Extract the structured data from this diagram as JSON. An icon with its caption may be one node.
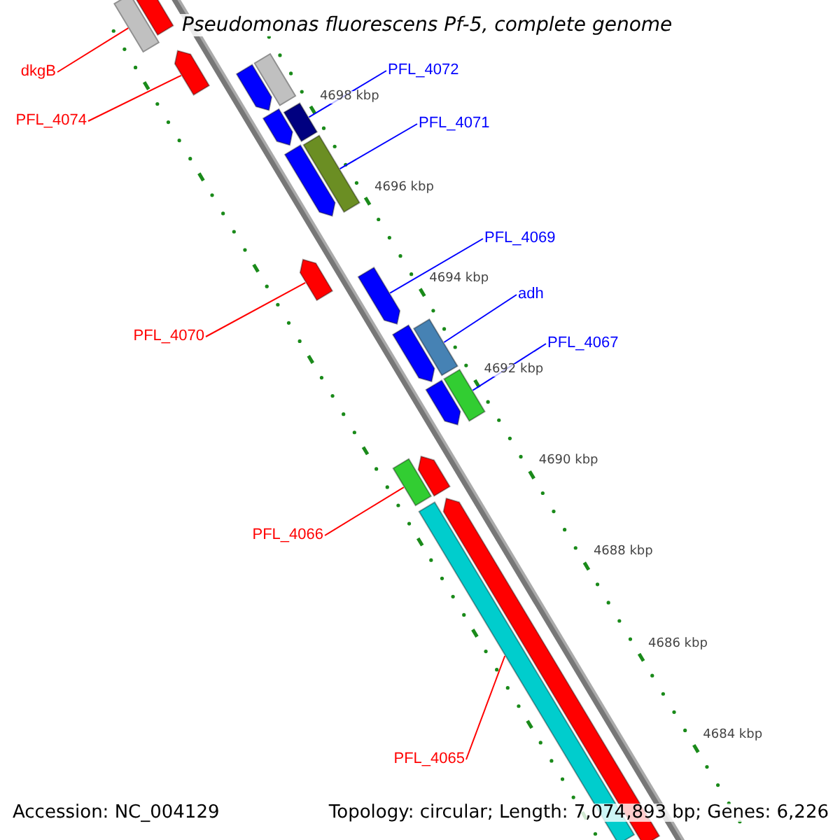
{
  "diagram": {
    "title": "Pseudomonas fluorescens Pf-5, complete genome",
    "nodes": [
      {
        "text": [
          "dkgB"
        ]
      },
      {
        "text": [
          "PFL_4072"
        ]
      },
      {
        "text": [
          "PFL_4074"
        ]
      },
      {
        "text": [
          "PFL_4071"
        ]
      },
      {
        "text": [
          "PFL_4069"
        ]
      },
      {
        "text": [
          "adh"
        ]
      },
      {
        "text": [
          "PFL_4070"
        ]
      },
      {
        "text": [
          "PFL_4067"
        ]
      },
      {
        "text": [
          "PFL_4066"
        ]
      },
      {
        "text": [
          "PFL_4065"
        ]
      },
      {
        "text": [],
        "shape": "bar"
      },
      {
        "text": [],
        "shape": "arrow"
      },
      {
        "text": [],
        "shape": "arrow"
      },
      {
        "text": [],
        "shape": "arrow"
      },
      {
        "text": [],
        "shape": "bar"
      },
      {
        "text": [],
        "shape": "arrow"
      },
      {
        "text": [],
        "shape": "bar"
      },
      {
        "text": [],
        "shape": "arrow"
      },
      {
        "text": [],
        "shape": "bar"
      },
      {
        "text": [],
        "shape": "arrow"
      },
      {
        "text": [],
        "shape": "arrow"
      },
      {
        "text": [],
        "shape": "arrow"
      },
      {
        "text": [],
        "shape": "bar"
      },
      {
        "text": [],
        "shape": "arrow"
      },
      {
        "text": [],
        "shape": "bar"
      },
      {
        "text": [],
        "shape": "bar"
      },
      {
        "text": [],
        "shape": "arrow"
      },
      {
        "text": [],
        "shape": "bar"
      },
      {
        "text": [],
        "shape": "arrow"
      }
    ],
    "edges": [
      {
        "from": 0,
        "to": 10,
        "arrow": "none"
      },
      {
        "from": 1,
        "to": 16,
        "arrow": "none",
        "color": "#0000ff"
      },
      {
        "from": 2,
        "to": 12,
        "arrow": "none"
      },
      {
        "from": 3,
        "to": 18,
        "arrow": "none",
        "color": "#0000ff"
      },
      {
        "from": 4,
        "to": 20,
        "arrow": "none",
        "color": "#0000ff"
      },
      {
        "from": 5,
        "to": 22,
        "arrow": "none",
        "color": "#0000ff"
      },
      {
        "from": 6,
        "to": 19,
        "arrow": "none"
      },
      {
        "from": 7,
        "to": 24,
        "arrow": "none",
        "color": "#0000ff"
      },
      {
        "from": 8,
        "to": 25,
        "arrow": "none"
      },
      {
        "from": 9,
        "to": 27,
        "arrow": "none"
      }
    ],
    "labels": [
      "4698 kbp",
      "4696 kbp",
      "4694 kbp",
      "4692 kbp",
      "4690 kbp",
      "4688 kbp",
      "4686 kbp",
      "4684 kbp",
      "Accession: NC_004129",
      "Topology: circular; Length: 7,074,893 bp; Genes: 6,226"
    ]
  }
}
